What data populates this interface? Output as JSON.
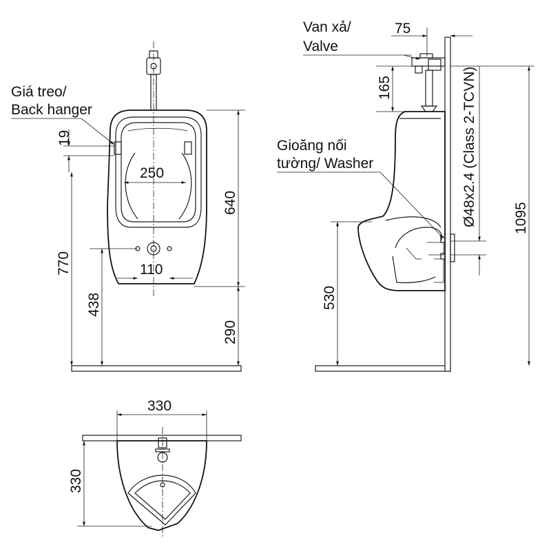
{
  "labels": {
    "back_hanger_line1": "Giá treo/",
    "back_hanger_line2": "Back hanger",
    "valve_line1": "Van xả/",
    "valve_line2": "Valve",
    "washer_line1": "Gioăng nối",
    "washer_line2": "tường/ Washer",
    "pipe_spec": "Ø48x2.4 (Class 2-TCVN)"
  },
  "dimensions": {
    "front_hanger_19": "19",
    "front_width_250": "250",
    "front_height_640": "640",
    "front_total_770": "770",
    "front_outlet_110": "110",
    "front_outlet_height_438": "438",
    "front_bottom_290": "290",
    "side_valve_offset_75": "75",
    "side_valve_height_165": "165",
    "side_total_1095": "1095",
    "side_lip_530": "530",
    "top_width_330": "330",
    "top_depth_330": "330"
  }
}
